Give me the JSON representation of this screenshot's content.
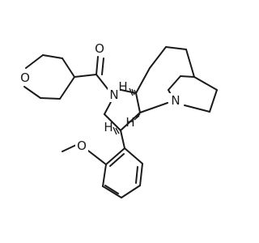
{
  "molecule": {
    "atoms": {
      "oxane_oxygen": "O",
      "carbonyl_oxygen": "O",
      "amide_nitrogen": "N",
      "bridgehead_nitrogen": "N",
      "methoxy_oxygen": "O",
      "stereo_h_top": "H",
      "stereo_h_mid": "H",
      "stereo_h_low": "H"
    }
  }
}
